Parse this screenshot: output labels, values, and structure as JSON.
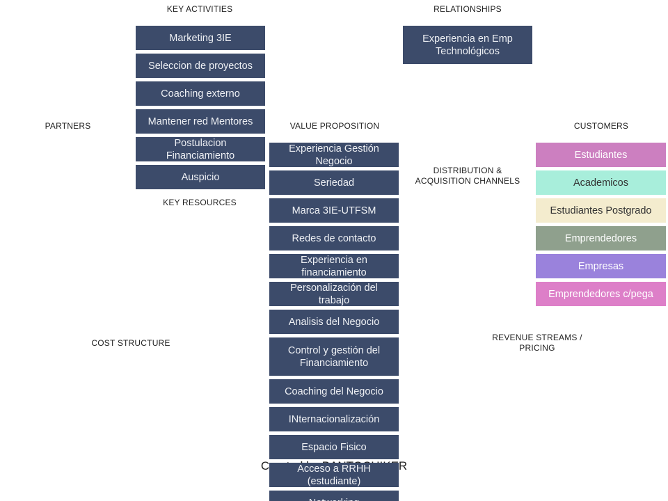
{
  "labels": {
    "key_activities": "KEY ACTIVITIES",
    "relationships": "RELATIONSHIPS",
    "partners": "PARTNERS",
    "value_proposition": "VALUE PROPOSITION",
    "customers": "CUSTOMERS",
    "distribution": "DISTRIBUTION & ACQUISITION CHANNELS",
    "key_resources": "KEY RESOURCES",
    "cost_structure": "COST STRUCTURE",
    "revenue": "REVENUE STREAMS / PRICING"
  },
  "key_activities": [
    "Marketing 3IE",
    "Seleccion de proyectos",
    "Coaching externo",
    "Mantener red Mentores",
    "Postulacion Financiamiento",
    "Auspicio"
  ],
  "relationships": [
    "Experiencia en Emp Technológicos"
  ],
  "value_proposition": [
    "Experiencia Gestión Negocio",
    "Seriedad",
    "Marca 3IE-UTFSM",
    "Redes de contacto",
    "Experiencia en financiamiento",
    "Personalización del trabajo",
    "Analisis del Negocio",
    "Control y gestión del Financiamiento",
    "Coaching del Negocio",
    "INternacionalización",
    "Espacio Fisico",
    "Acceso a RRHH (estudiante)",
    "Networking"
  ],
  "customers": [
    {
      "label": "Estudiantes",
      "color": "#cc7fc0"
    },
    {
      "label": "Academicos",
      "color": "#a8eedb"
    },
    {
      "label": "Estudiantes Postgrado",
      "color": "#f4ecce"
    },
    {
      "label": "Emprendedores",
      "color": "#8fa08d"
    },
    {
      "label": "Empresas",
      "color": "#9a82dc"
    },
    {
      "label": "Emprendedores c/pega",
      "color": "#dd7fc8"
    }
  ],
  "footer": "Created by BANTOCHIKER"
}
